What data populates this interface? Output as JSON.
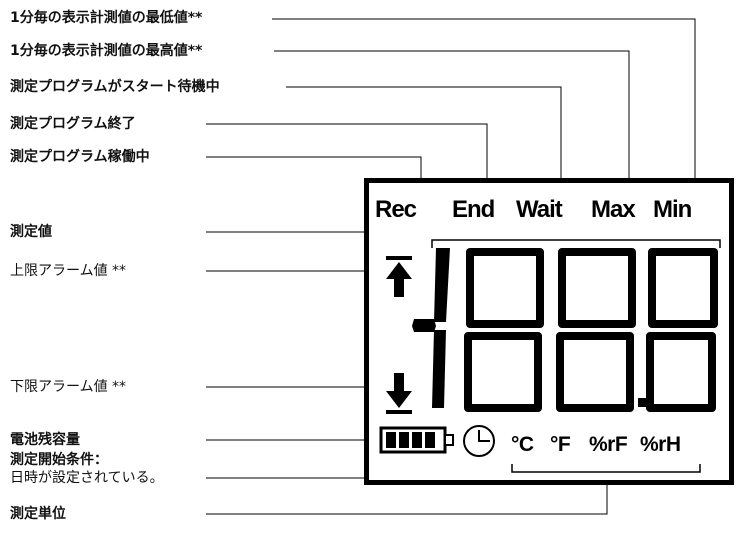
{
  "labels": {
    "min_value": "1分毎の表示計測値の最低値**",
    "max_value": "1分毎の表示計測値の最高値**",
    "wait": "測定プログラムがスタート待機中",
    "end": "測定プログラム終了",
    "rec": "測定プログラム稼働中",
    "measured_value": "測定値",
    "upper_alarm": "上限アラーム値 **",
    "lower_alarm": "下限アラーム値 **",
    "battery": "電池残容量",
    "start_condition_line1": "測定開始条件：",
    "start_condition_line2": "日時が設定されている。",
    "unit": "測定単位"
  },
  "display": {
    "indicators": {
      "rec": "Rec",
      "end": "End",
      "wait": "Wait",
      "max": "Max",
      "min": "Min"
    },
    "units": [
      "°C",
      "°F",
      "%rF",
      "%rH"
    ],
    "digits": "188.8"
  },
  "icons": {
    "upper_alarm": "upper-alarm-arrow-icon",
    "lower_alarm": "lower-alarm-arrow-icon",
    "battery": "battery-icon",
    "clock": "clock-icon"
  }
}
